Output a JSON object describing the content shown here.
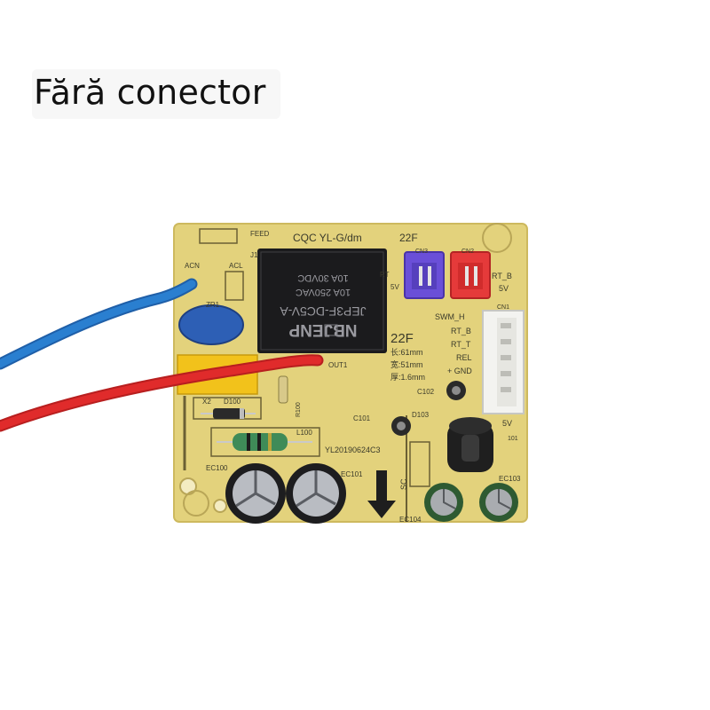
{
  "caption": "Fără conector",
  "board": {
    "header": "CQC  YL-G/dm",
    "model": "22F",
    "size_model": "22F",
    "size_length": "长:61mm",
    "size_width": "宽:51mm",
    "size_thickness": "厚:1.6mm",
    "date_code": "YL20190624C3",
    "labels": {
      "feed": "FEED",
      "acn": "ACN",
      "acl": "ACL",
      "zr1": "ZR1",
      "j1": "J1",
      "x2": "X2",
      "d100": "D100",
      "l100": "L100",
      "r100": "R100",
      "out1": "OUT1",
      "ec100": "EC100",
      "ec101": "EC101",
      "ec103": "EC103",
      "ec104": "EC104",
      "c101": "C101",
      "c102": "C102",
      "d103": "D103",
      "sc": "SC",
      "rt": "RT",
      "v5a": "5V",
      "cn1": "CN1",
      "cn2": "CN2",
      "cn3": "CN3",
      "rt_b_top": "RT_B",
      "v5b": "5V",
      "swm_h": "SWM_H",
      "rt_b": "RT_B",
      "rt_t": "RT_T",
      "rel": "REL",
      "gnd": "+ GND",
      "v5c": "5V",
      "ic101": "101"
    },
    "relay": {
      "brand": "NBJENP",
      "model": "JEP3F-DC5V-A",
      "rating_ac": "10A 250VAC",
      "rating_dc": "10A 30VDC"
    }
  },
  "colors": {
    "pcb": "#e3d27c",
    "relay": "#1b1b1d",
    "wire_blue": "#2a7fd0",
    "wire_red": "#e02b2b",
    "connector_purple": "#6a4fd8",
    "connector_red": "#e53a3a",
    "capacitor_green": "#2e5a32",
    "terminal_yellow": "#f2c21b"
  }
}
